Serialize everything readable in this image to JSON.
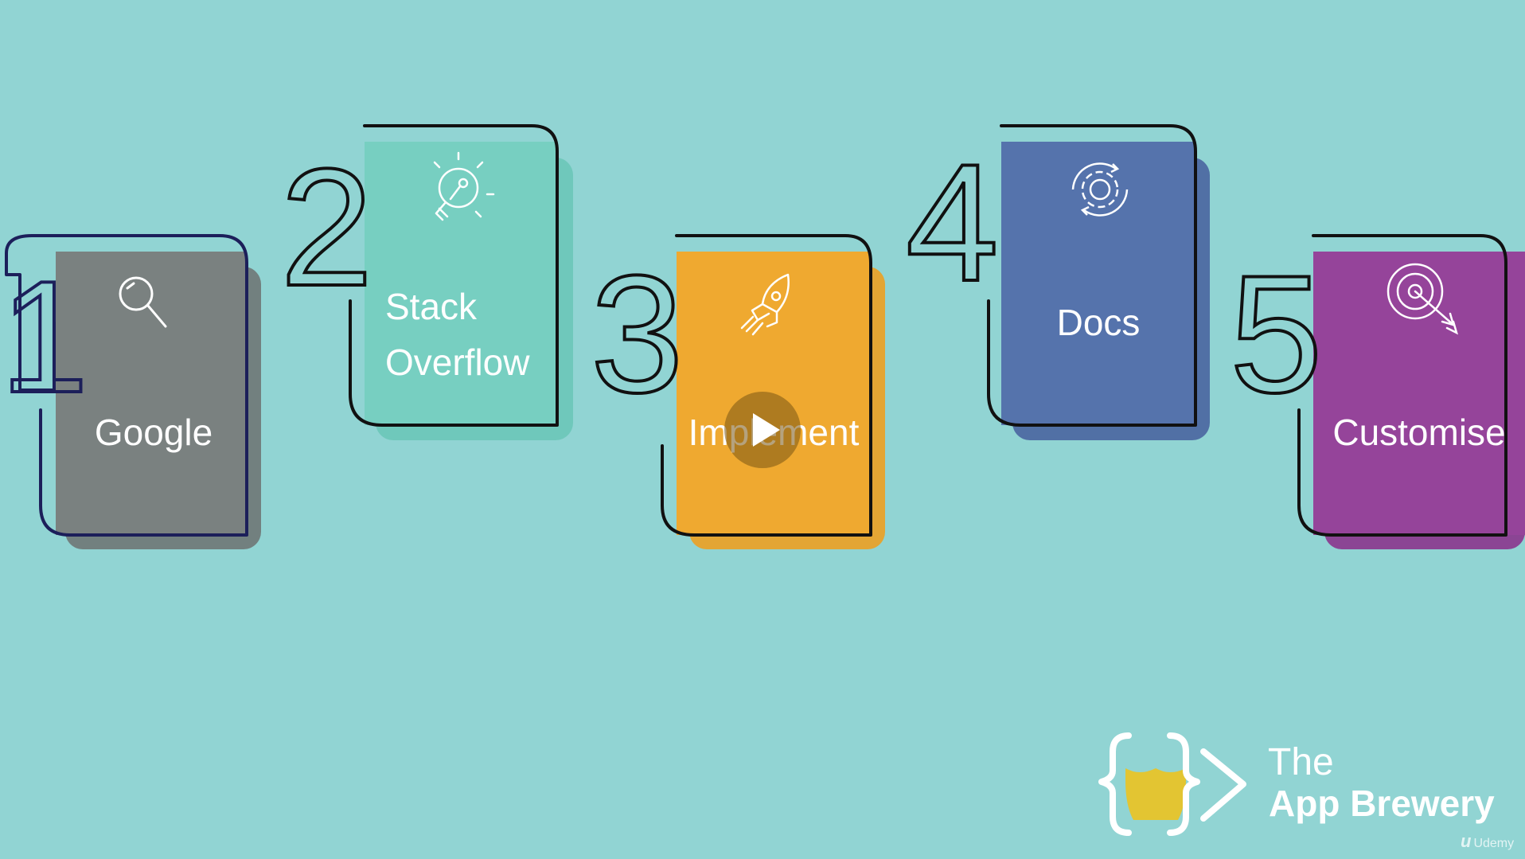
{
  "steps": [
    {
      "number": "1",
      "label": "Google",
      "icon": "search-icon",
      "color": "#7a8180"
    },
    {
      "number": "2",
      "label_lines": [
        "Stack",
        "Overflow"
      ],
      "icon": "lightbulb-icon",
      "color": "#77cfc1"
    },
    {
      "number": "3",
      "label": "Implement",
      "icon": "rocket-icon",
      "color": "#efa930"
    },
    {
      "number": "4",
      "label": "Docs",
      "icon": "gear-icon",
      "color": "#5573ac"
    },
    {
      "number": "5",
      "label": "Customise",
      "icon": "target-icon",
      "color": "#95449a"
    }
  ],
  "video": {
    "control": "play-icon"
  },
  "branding": {
    "the": "The",
    "name": "App Brewery",
    "logo_accent": "#e3c532"
  },
  "platform": {
    "name": "Udemy"
  },
  "colors": {
    "background": "#91d4d3",
    "outline": "#111111"
  }
}
